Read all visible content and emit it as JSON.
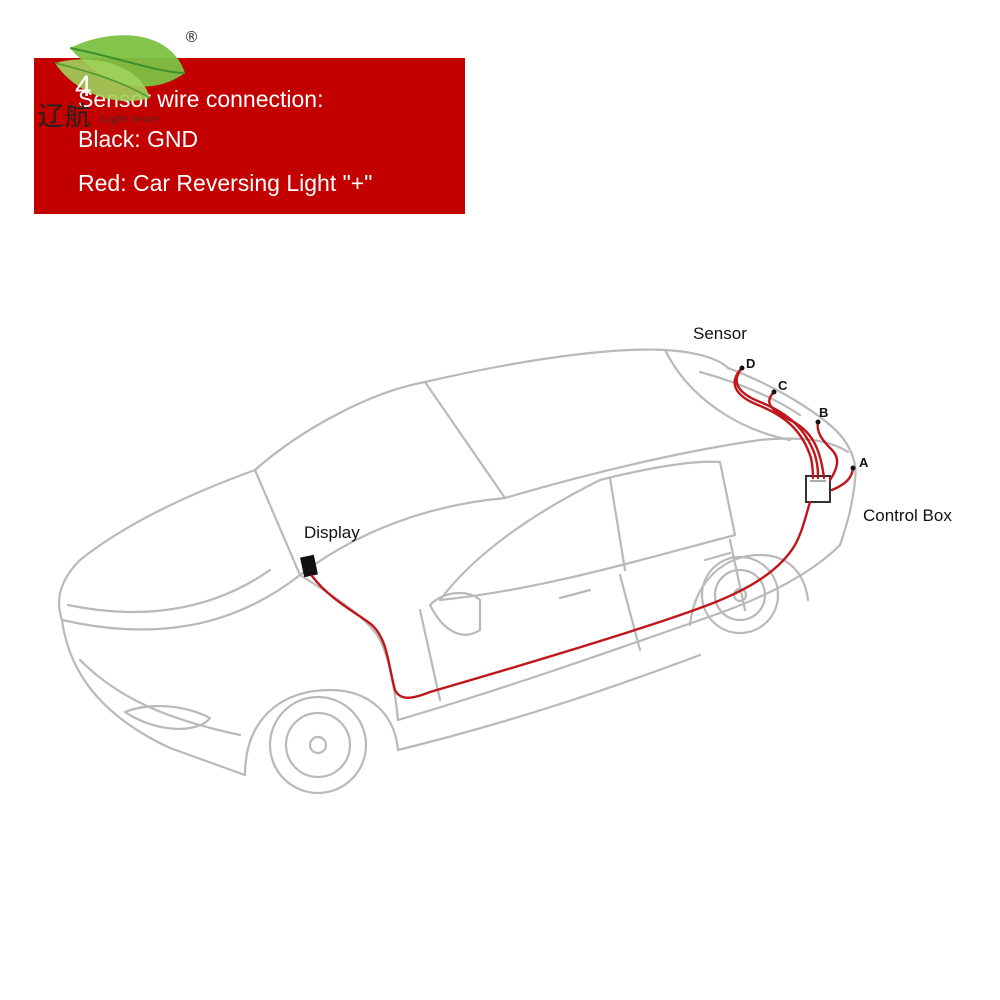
{
  "banner": {
    "step_number": "4",
    "line1": "Sensor wire connection:",
    "line2": "Black: GND",
    "line3": "Red: Car Reversing Light \"+\""
  },
  "logo": {
    "cn_text": "辽航",
    "en_text": "Light heart",
    "reg_mark": "®"
  },
  "labels": {
    "sensor": "Sensor",
    "display": "Display",
    "control_box": "Control Box",
    "points": [
      "D",
      "C",
      "B",
      "A"
    ]
  },
  "colors": {
    "banner_bg": "#c20000",
    "wire": "#c0161b",
    "car_outline": "#b9b9b9",
    "leaf_green": "#7cc242",
    "leaf_dark": "#3f8f2a"
  }
}
